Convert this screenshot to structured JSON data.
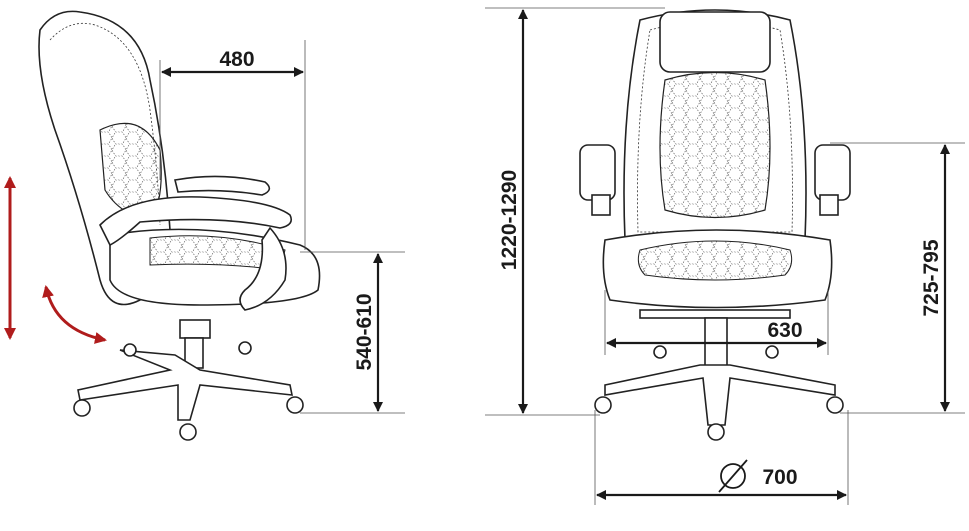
{
  "dimensions": {
    "seat_depth": "480",
    "seat_height": "540-610",
    "total_height": "1220-1290",
    "armrest_height": "725-795",
    "seat_width": "630",
    "base_diameter_symbol": "∅",
    "base_diameter": "700"
  },
  "colors": {
    "line": "#1a1a1a",
    "adjust_arrow": "#b01c1c"
  }
}
